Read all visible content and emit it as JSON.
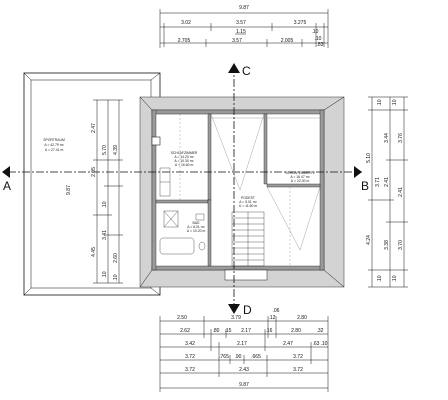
{
  "section_marks": {
    "c": "C",
    "d": "D",
    "a": "A",
    "b": "B"
  },
  "top_dims": {
    "total": "9.87",
    "row2": [
      "3.02",
      "3.57",
      "3.275"
    ],
    "mid": "1.15",
    "small_a": ".10",
    "small_b": ".10",
    "row3": [
      "2.705",
      "3.57",
      "2.005",
      ".83"
    ]
  },
  "bottom_dims": {
    "r1": [
      "2.50",
      "3.79",
      ".12",
      ".06",
      "2.80"
    ],
    "r2": [
      "2.62",
      ".80",
      ".15",
      "2.17",
      ".16",
      "2.80",
      ".32"
    ],
    "r3": [
      "3.42",
      "2.17",
      "2.47",
      ".63",
      ".10"
    ],
    "r4": [
      "3.72",
      ".765",
      ".90",
      ".665",
      "3.72"
    ],
    "r5": [
      "3.72",
      "2.43",
      "3.72"
    ],
    "total": "9.87"
  },
  "left_dims": [
    "2.47",
    "2.05",
    "5.70",
    "4.39",
    ".10",
    "9.87",
    "3.41",
    "2.60",
    "4.45",
    ".10",
    ".10"
  ],
  "right_dims": [
    ".10",
    ".10",
    "5.10",
    "3.44",
    "3.76",
    "2.41",
    "3.71",
    "2.41",
    "4.24",
    "3.38",
    "3.70",
    ".10",
    ".10"
  ],
  "rooms": {
    "sport": {
      "name": "SPORTRAUM",
      "area": "A = 42.79 m²",
      "perim": "U = 27.41 m"
    },
    "schlaf1": {
      "name": "SCHLAFZIMMER",
      "area": "A = 14.20 m²",
      "extra": "A = 10.30 m²",
      "perim": "U = 16.60 m"
    },
    "schlaf2": {
      "name": "SCHLAFZIMMER 2",
      "area": "A = 16.47 m²",
      "perim": "U = 22.00 m"
    },
    "podest": {
      "name": "PODEST",
      "area": "A = 5.01 m²",
      "perim": "U = 11.60 m"
    },
    "bad": {
      "name": "BAD",
      "area": "A = 6.01 m²",
      "perim": "U = 10.20 m"
    }
  }
}
